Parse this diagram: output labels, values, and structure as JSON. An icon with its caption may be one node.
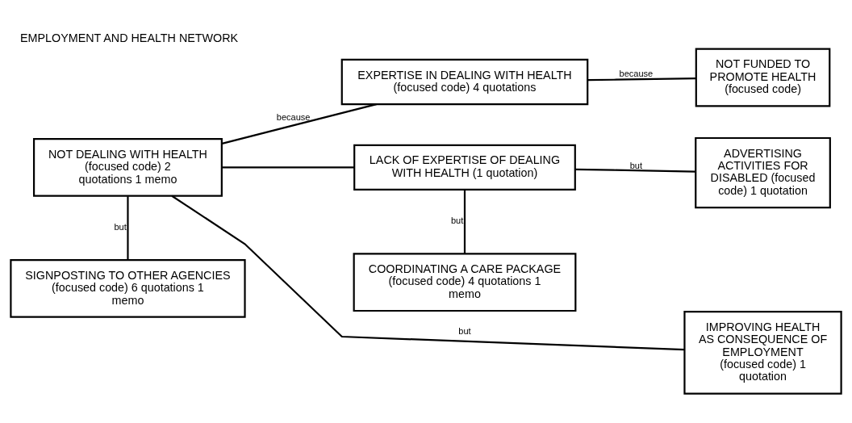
{
  "diagram": {
    "title": "EMPLOYMENT AND HEALTH NETWORK",
    "nodes": [
      {
        "text": [
          "NOT DEALING WITH HEALTH (focused code) 2 quotations 1 memo"
        ]
      },
      {
        "text": [
          "EXPERTISE IN DEALING WITH HEALTH (focused code) 4 quotations"
        ]
      },
      {
        "text": [
          "NOT FUNDED TO PROMOTE HEALTH (focused code)"
        ]
      },
      {
        "text": [
          "LACK OF EXPERTISE OF DEALING WITH HEALTH (1 quotation)"
        ]
      },
      {
        "text": [
          "ADVERTISING ACTIVITIES FOR DISABLED (focused code) 1 quotation"
        ]
      },
      {
        "text": [
          "SIGNPOSTING TO OTHER AGENCIES (focused code) 6 quotations 1 memo"
        ]
      },
      {
        "text": [
          "COORDINATING A CARE PACKAGE (focused code) 4 quotations 1 memo"
        ]
      },
      {
        "text": [
          "IMPROVING HEALTH AS CONSEQUENCE OF EMPLOYMENT (focused code) 1 quotation"
        ]
      }
    ],
    "edges": [
      {
        "from": 0,
        "to": 1,
        "arrow": "none",
        "label": "because"
      },
      {
        "from": 0,
        "to": 3,
        "arrow": "none"
      },
      {
        "from": 0,
        "to": 5,
        "arrow": "none",
        "label": "but"
      },
      {
        "from": 0,
        "to": 7,
        "arrow": "none",
        "label": "but"
      },
      {
        "from": 1,
        "to": 2,
        "arrow": "none",
        "label": "because"
      },
      {
        "from": 3,
        "to": 4,
        "arrow": "none",
        "label": "but"
      },
      {
        "from": 3,
        "to": 6,
        "arrow": "none",
        "label": "but"
      }
    ]
  }
}
